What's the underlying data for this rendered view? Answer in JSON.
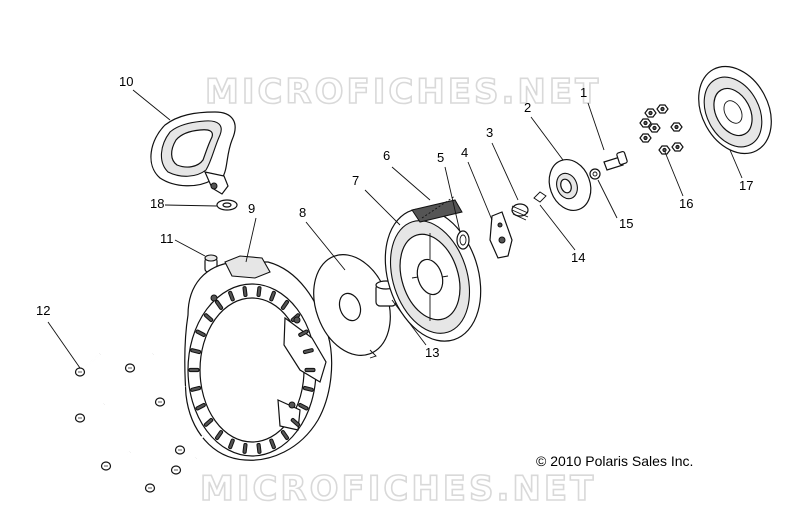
{
  "watermark": {
    "text": "MICROFICHES.NET"
  },
  "copyright": "© 2010 Polaris Sales Inc.",
  "callouts": [
    "1",
    "2",
    "3",
    "4",
    "5",
    "6",
    "7",
    "8",
    "9",
    "10",
    "11",
    "12",
    "13",
    "14",
    "15",
    "16",
    "17",
    "18"
  ]
}
